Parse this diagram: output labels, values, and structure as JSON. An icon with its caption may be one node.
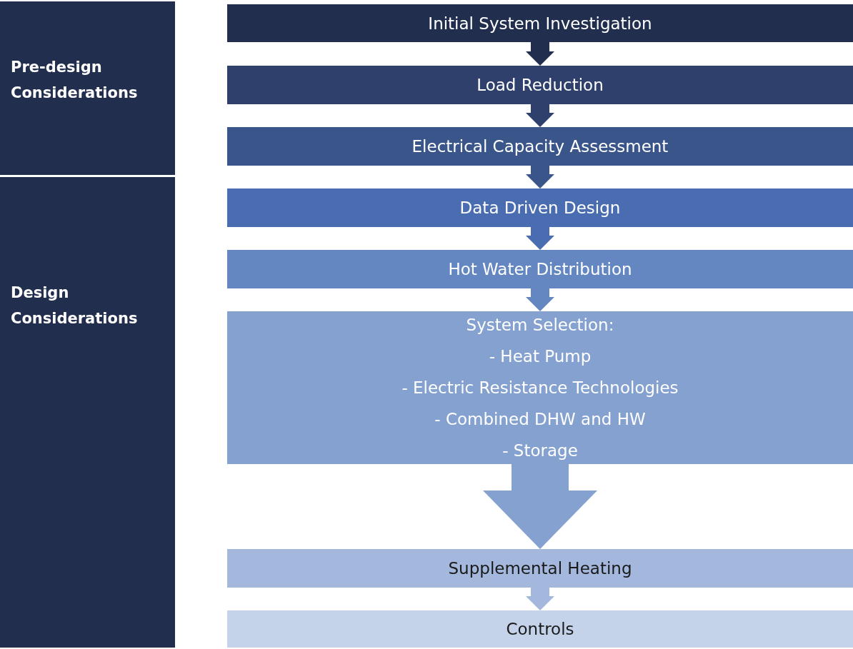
{
  "diagram": {
    "nodes": [
      {
        "text": [
          "Pre-design Considerations"
        ]
      },
      {
        "text": [
          "Design Considerations"
        ]
      },
      {
        "text": [
          "Initial System Investigation"
        ]
      },
      {
        "text": [
          "Load Reduction"
        ]
      },
      {
        "text": [
          "Electrical Capacity Assessment"
        ]
      },
      {
        "text": [
          "Data Driven Design"
        ]
      },
      {
        "text": [
          "Hot Water Distribution"
        ]
      },
      {
        "text": [
          "System Selection:",
          "- Heat Pump",
          "- Electric Resistance Technologies",
          "- Combined DHW and HW",
          "- Storage"
        ]
      },
      {
        "text": [
          "Supplemental Heating"
        ]
      },
      {
        "text": [
          "Controls"
        ]
      }
    ],
    "edges": [
      {
        "from": 2,
        "to": 3,
        "arrow": "to",
        "color": "#222e4d"
      },
      {
        "from": 3,
        "to": 4,
        "arrow": "to",
        "color": "#2e406b"
      },
      {
        "from": 4,
        "to": 5,
        "arrow": "to",
        "color": "#3a5589"
      },
      {
        "from": 5,
        "to": 6,
        "arrow": "to",
        "color": "#4a6cb0"
      },
      {
        "from": 6,
        "to": 7,
        "arrow": "to",
        "color": "#6487c1"
      },
      {
        "from": 7,
        "to": 8,
        "arrow": "to",
        "style": "thick",
        "color": "#85a1d0"
      },
      {
        "from": 8,
        "to": 9,
        "arrow": "to",
        "color": "#a3b8dc"
      }
    ]
  }
}
